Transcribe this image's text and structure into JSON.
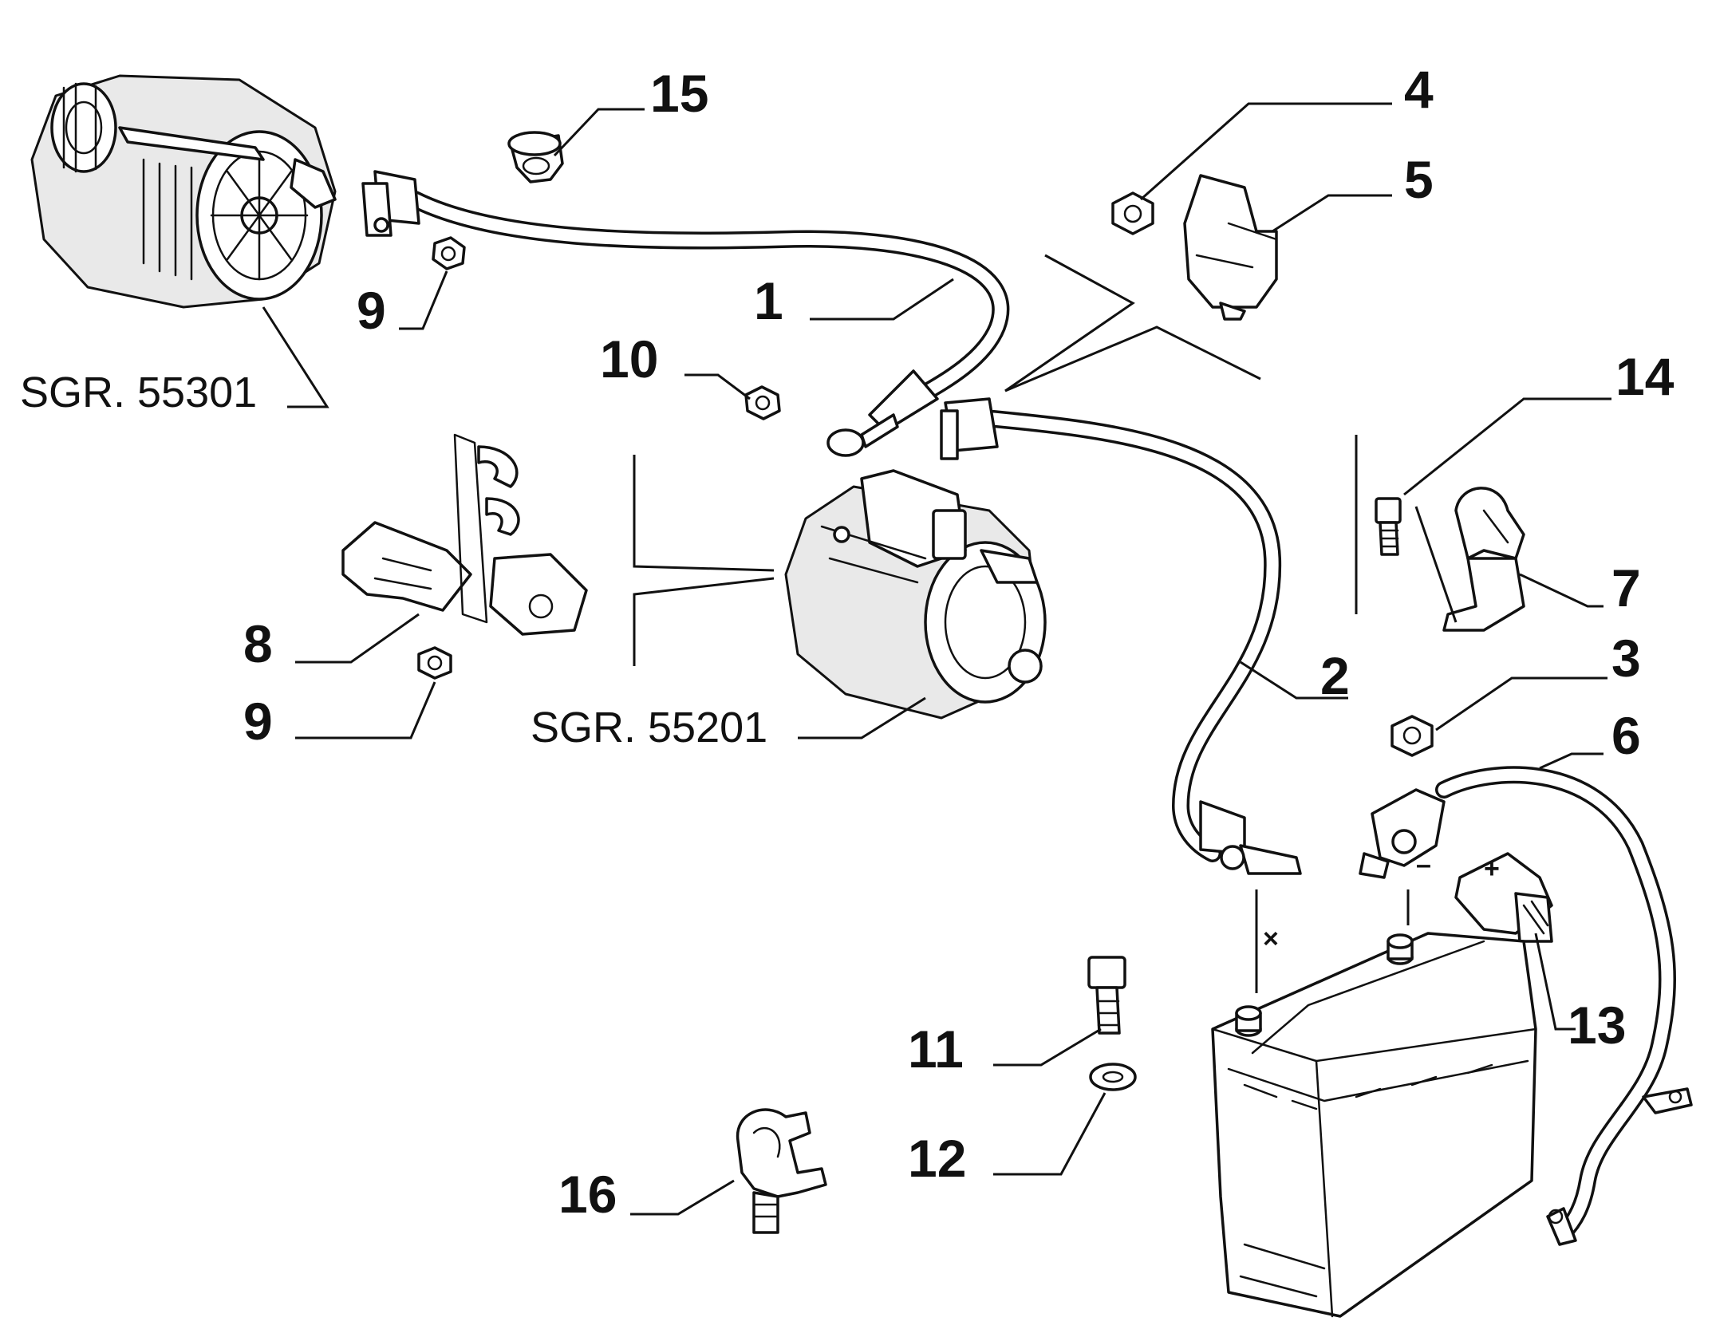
{
  "callouts": {
    "c1": "1",
    "c2": "2",
    "c3": "3",
    "c4": "4",
    "c5": "5",
    "c6": "6",
    "c7": "7",
    "c8": "8",
    "c9a": "9",
    "c9b": "9",
    "c10": "10",
    "c11": "11",
    "c12": "12",
    "c13": "13",
    "c14": "14",
    "c15": "15",
    "c16": "16"
  },
  "references": {
    "alternator": "SGR. 55301",
    "starter": "SGR. 55201"
  },
  "marks": {
    "negative": "–",
    "positive": "×"
  }
}
